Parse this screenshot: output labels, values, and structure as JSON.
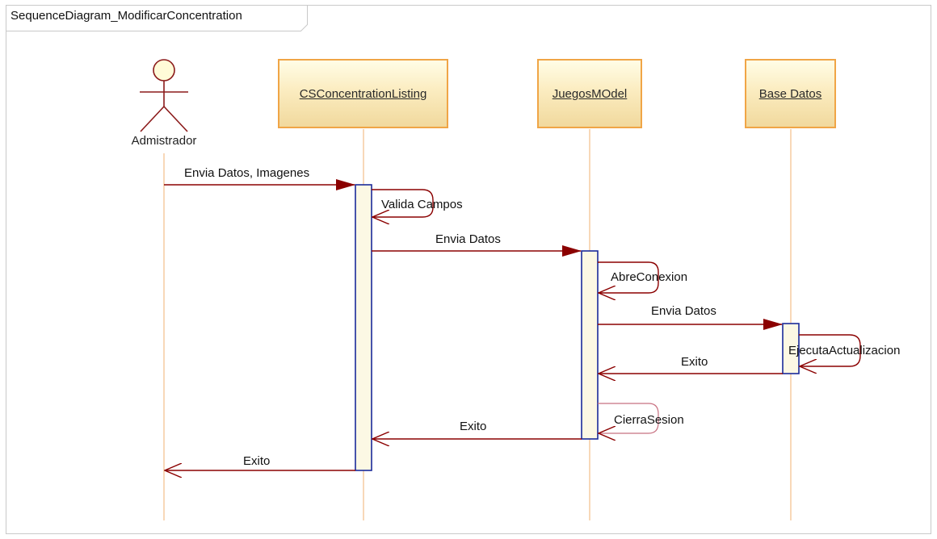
{
  "frame": {
    "title": "SequenceDiagram_ModificarConcentration"
  },
  "actor": {
    "label": "Admistrador"
  },
  "lifelines": [
    {
      "label": "CSConcentrationListing"
    },
    {
      "label": "JuegosMOdel"
    },
    {
      "label": "Base Datos"
    }
  ],
  "messages": [
    {
      "label": "Envia Datos, Imagenes",
      "kind": "call"
    },
    {
      "label": "Valida Campos",
      "kind": "self"
    },
    {
      "label": "Envia Datos",
      "kind": "call"
    },
    {
      "label": "AbreConexion",
      "kind": "self"
    },
    {
      "label": "Envia Datos",
      "kind": "call"
    },
    {
      "label": "EjecutaActualizacion",
      "kind": "self"
    },
    {
      "label": "Exito",
      "kind": "return"
    },
    {
      "label": "CierraSesion",
      "kind": "self"
    },
    {
      "label": "Exito",
      "kind": "return"
    },
    {
      "label": "Exito",
      "kind": "return"
    }
  ],
  "colors": {
    "frame_border": "#c9c9c9",
    "lifeline_box_border": "#f0a546",
    "lifeline_line": "#f0b070",
    "activation_border": "#1a2a9a",
    "activation_fill": "#fcf8e4",
    "message": "#8b0000",
    "self_call_light": "#c87080",
    "actor_stroke": "#8b1a1a",
    "actor_head_fill": "#fffbd8"
  }
}
